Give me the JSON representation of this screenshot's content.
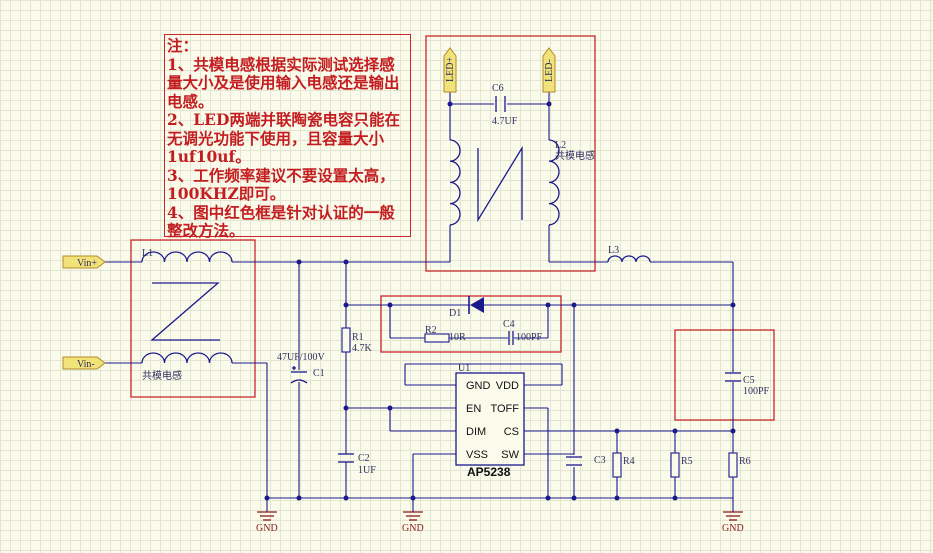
{
  "note": {
    "title": "注：",
    "lines": [
      "1、共模电感根据实际测试选择感量大小及是使用输入电感还是输出电感。",
      "2、LED两端并联陶瓷电容只能在无调光功能下使用，且容量大小1uf10uf。",
      "3、工作频率建议不要设置太高，100KHZ即可。",
      "4、图中红色框是针对认证的一般整改方法。"
    ]
  },
  "ports": {
    "vin_pos": "Vin+",
    "vin_neg": "Vin-",
    "led_pos": "LED+",
    "led_neg": "LED-"
  },
  "components": {
    "L1": {
      "ref": "L1",
      "desc": "共模电感"
    },
    "L2": {
      "ref": "L2",
      "desc": "共模电感"
    },
    "L3": {
      "ref": "L3"
    },
    "C1": {
      "ref": "C1",
      "value": "47UF/100V"
    },
    "C2": {
      "ref": "C2",
      "value": "1UF"
    },
    "C3": {
      "ref": "C3"
    },
    "C4": {
      "ref": "C4",
      "value": "100PF"
    },
    "C5": {
      "ref": "C5",
      "value": "100PF"
    },
    "C6": {
      "ref": "C6",
      "value": "4.7UF"
    },
    "R1": {
      "ref": "R1",
      "value": "4.7K"
    },
    "R2": {
      "ref": "R2",
      "value": "10R"
    },
    "R4": {
      "ref": "R4"
    },
    "R5": {
      "ref": "R5"
    },
    "R6": {
      "ref": "R6"
    },
    "D1": {
      "ref": "D1"
    }
  },
  "ic": {
    "ref": "U1",
    "name": "AP5238",
    "pins_left": [
      "GND",
      "EN",
      "DIM",
      "VSS"
    ],
    "pins_right": [
      "VDD",
      "TOFF",
      "CS",
      "SW"
    ]
  },
  "ground_label": "GND",
  "colors": {
    "wire": "#1a1a8c",
    "box": "#c8282a",
    "note_text": "#c41d20",
    "port_fill": "#f2e27a",
    "gnd": "#8a1a1a"
  }
}
